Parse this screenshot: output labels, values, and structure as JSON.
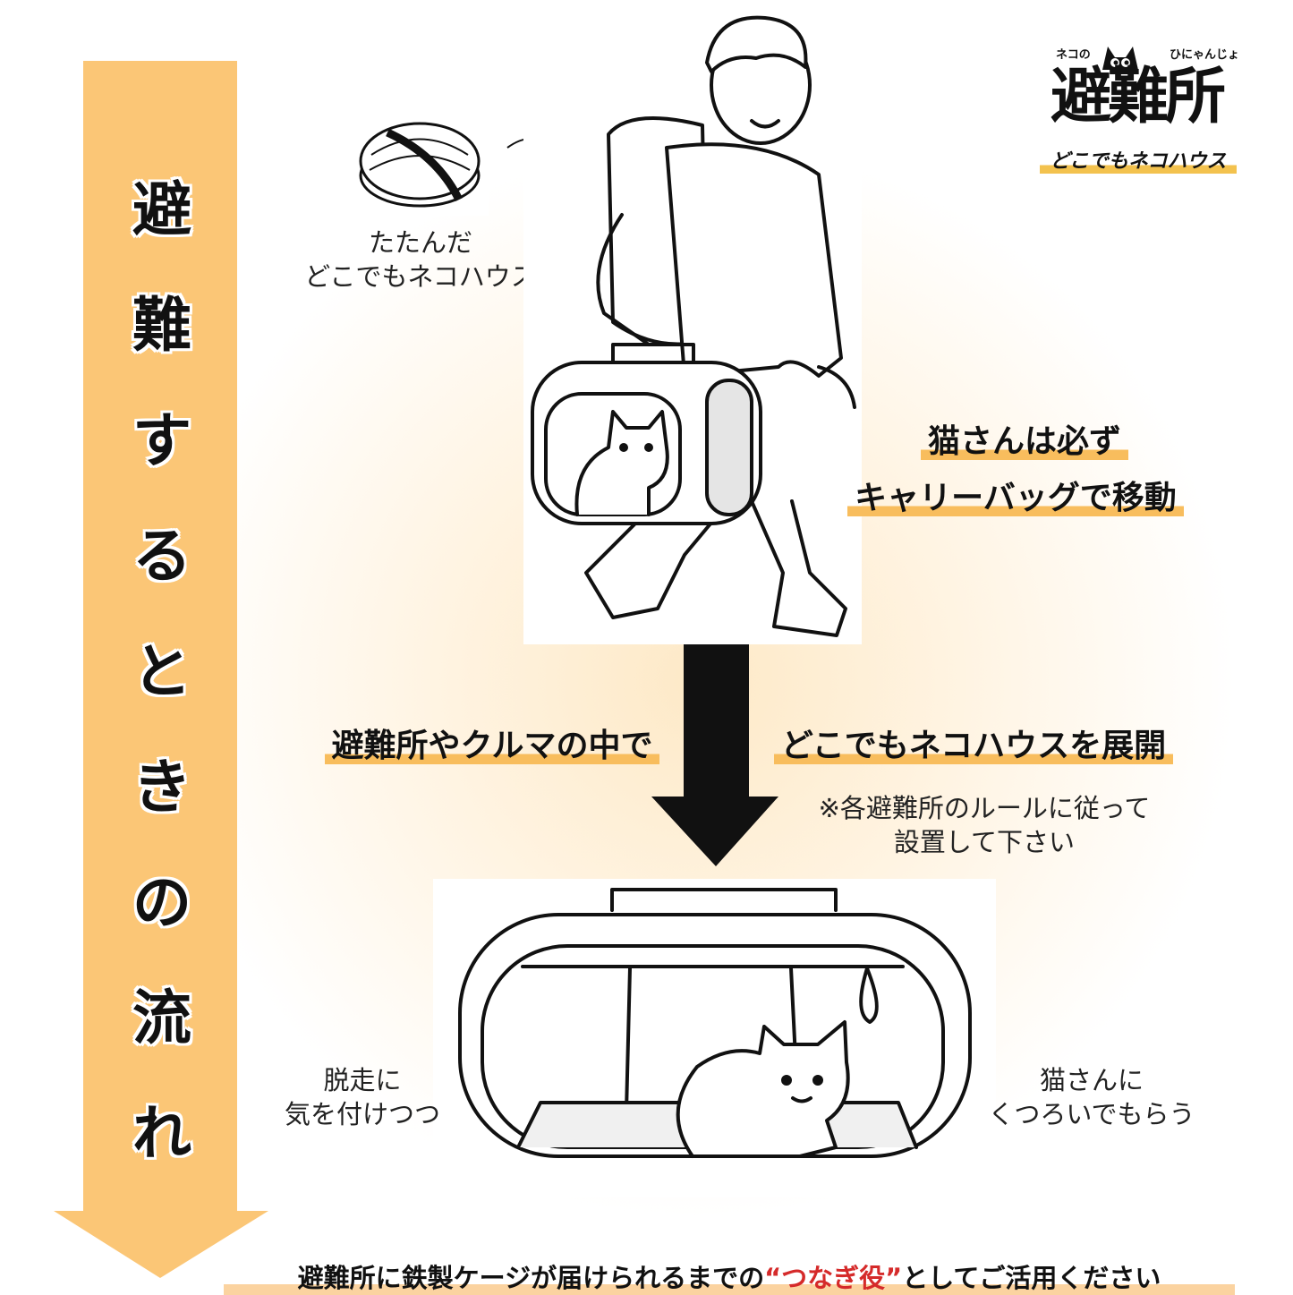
{
  "logo": {
    "small_left": "ネコの",
    "small_right": "ひにゃんじょ",
    "main": "避難所",
    "sub": "どこでもネコハウス"
  },
  "side_title": [
    "避",
    "難",
    "す",
    "る",
    "と",
    "き",
    "の",
    "流",
    "れ"
  ],
  "folded_label": [
    "たたんだ",
    "どこでもネコハウス"
  ],
  "carrier_note": [
    "猫さんは必ず",
    "キャリーバッグで移動"
  ],
  "deploy": {
    "left": "避難所やクルマの中で",
    "right": "どこでもネコハウスを展開"
  },
  "rule_note": [
    "※各避難所のルールに従って",
    "設置して下さい"
  ],
  "escape_note": [
    "脱走に",
    "気を付けつつ"
  ],
  "relax_note": [
    "猫さんに",
    "くつろいでもらう"
  ],
  "bottom_cta": {
    "before": "避難所に鉄製ケージが届けられるまでの",
    "highlight": "“つなぎ役”",
    "after": "としてご活用ください"
  },
  "colors": {
    "arrow": "#fbc676",
    "highlight": "#f8bd5d",
    "accent_red": "#d52a2a"
  }
}
